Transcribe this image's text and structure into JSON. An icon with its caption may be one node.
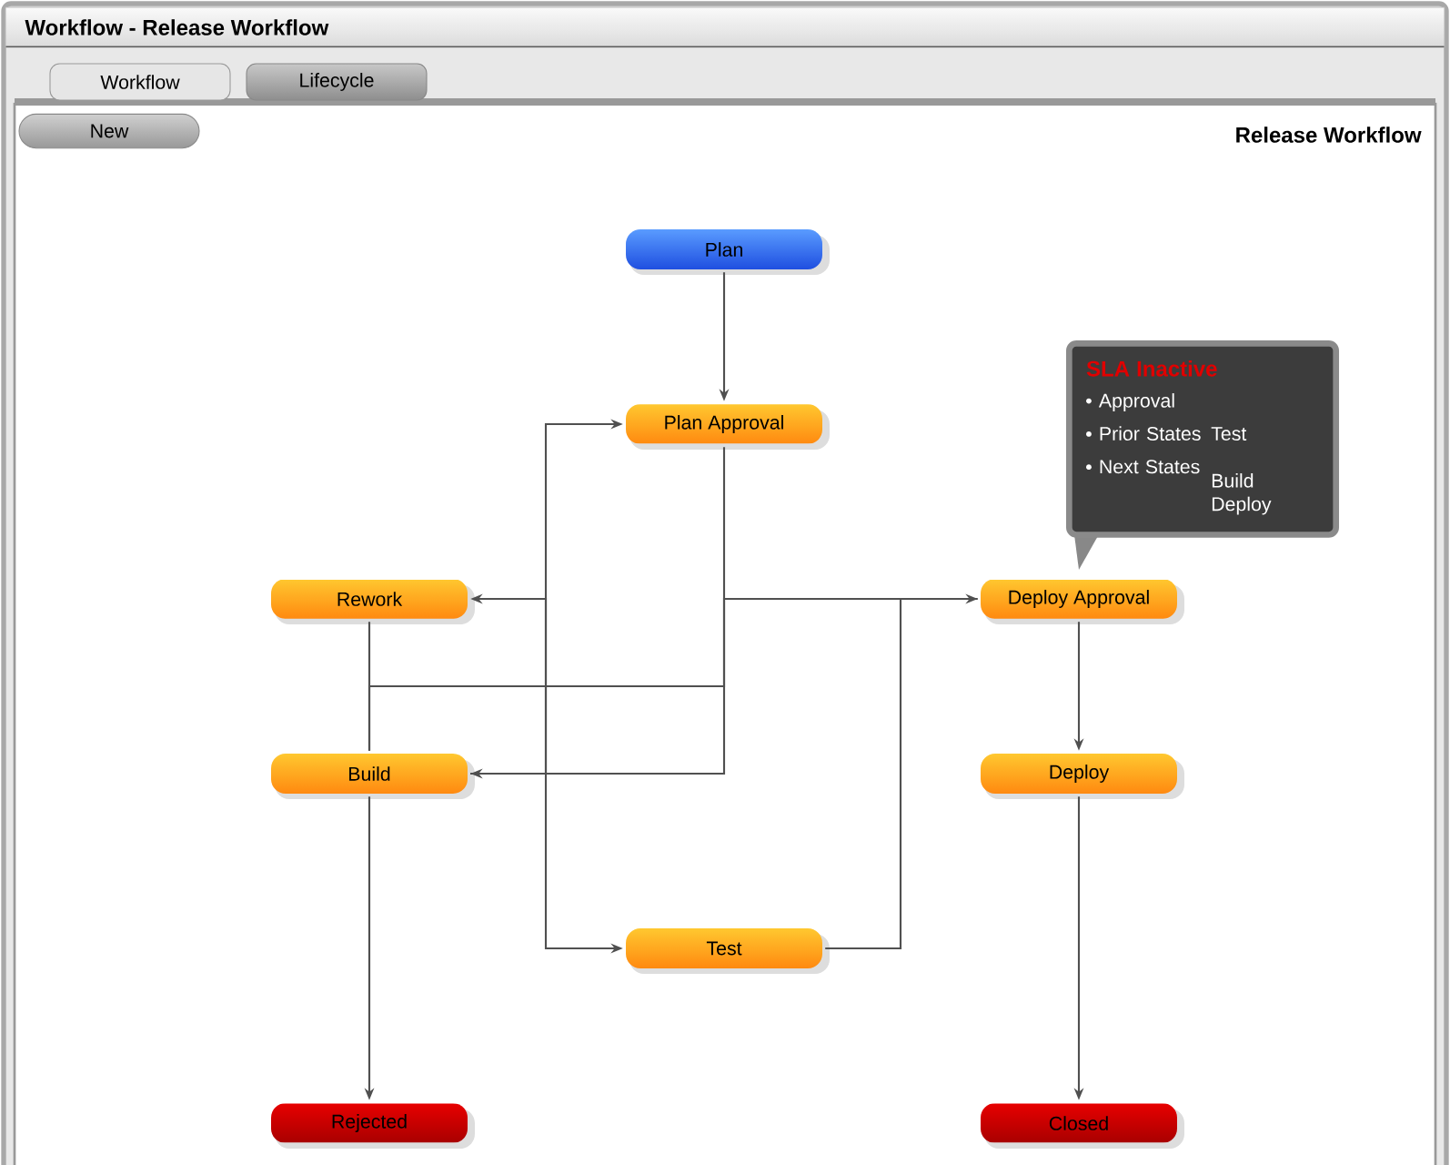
{
  "diagram": {
    "title": "Workflow - Release Workflow",
    "nodes": [
      {
        "text": [
          "Plan"
        ]
      },
      {
        "text": [
          "Plan Approval"
        ]
      },
      {
        "text": [
          "Rework"
        ]
      },
      {
        "text": [
          "Deploy Approval"
        ]
      },
      {
        "text": [
          "Build"
        ]
      },
      {
        "text": [
          "Deploy"
        ]
      },
      {
        "text": [
          "Test"
        ]
      },
      {
        "text": [
          "Rejected"
        ]
      },
      {
        "text": [
          "Closed"
        ]
      },
      {
        "text": [
          "SLA Inactive",
          "Approval",
          "Prior States",
          "Test",
          "Next States",
          "Build Deploy"
        ]
      }
    ],
    "edges": [
      {
        "from": 0,
        "to": 1,
        "arrow": "to"
      },
      {
        "from": 1,
        "to": 4,
        "arrow": "none"
      },
      {
        "from": 2,
        "to": 4,
        "arrow": "none"
      },
      {
        "from": 4,
        "to": 2,
        "arrow": "to"
      },
      {
        "from": 4,
        "to": 1,
        "arrow": "to"
      },
      {
        "from": 4,
        "to": 6,
        "arrow": "to"
      },
      {
        "from": 6,
        "to": 3,
        "arrow": "to"
      },
      {
        "from": 3,
        "to": 4,
        "arrow": "to"
      },
      {
        "from": 3,
        "to": 5,
        "arrow": "to"
      },
      {
        "from": 4,
        "to": 7,
        "arrow": "to"
      },
      {
        "from": 5,
        "to": 8,
        "arrow": "to"
      }
    ],
    "labels": [
      "Workflow",
      "Lifecycle",
      "New",
      "Release Workflow"
    ]
  }
}
